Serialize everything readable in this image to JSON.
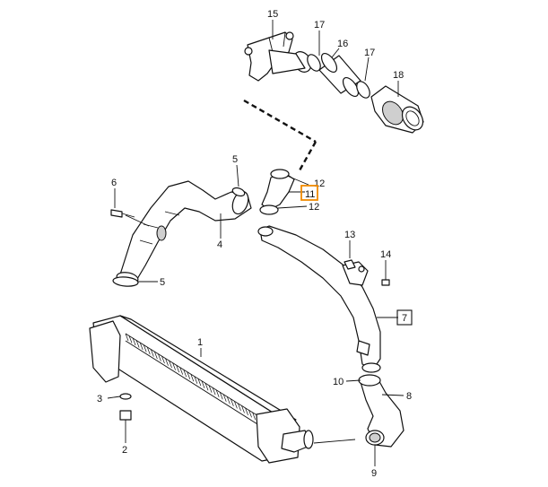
{
  "callouts": {
    "c1": "1",
    "c2": "2",
    "c3": "3",
    "c4": "4",
    "c5a": "5",
    "c5b": "5",
    "c6": "6",
    "c7": "7",
    "c8": "8",
    "c9": "9",
    "c10": "10",
    "c11": "11",
    "c12a": "12",
    "c12b": "12",
    "c13": "13",
    "c14": "14",
    "c15": "15",
    "c16": "16",
    "c17a": "17",
    "c17b": "17",
    "c18": "18"
  },
  "highlighted_callout": "11",
  "boxed_callout": "7",
  "colors": {
    "highlight": "#f08a00",
    "line": "#111111",
    "shade": "#cfcfcf",
    "background": "#ffffff"
  }
}
